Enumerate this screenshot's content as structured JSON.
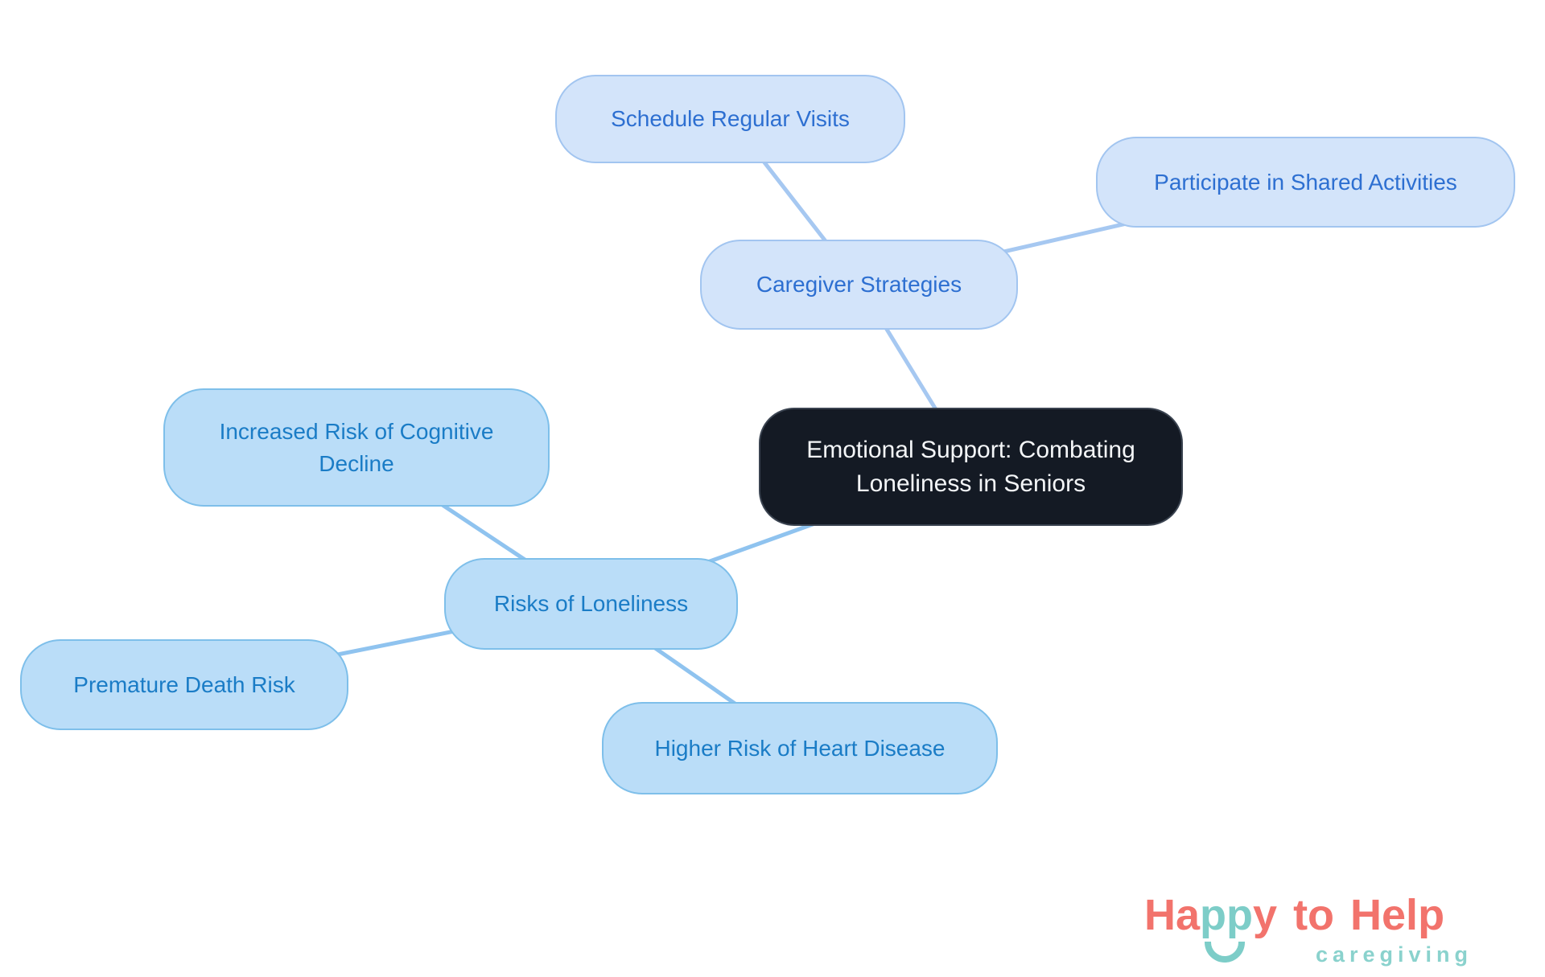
{
  "mindmap": {
    "root": {
      "label": "Emotional Support: Combating Loneliness in Seniors"
    },
    "nodes": {
      "caregiver": {
        "label": "Caregiver Strategies"
      },
      "visits": {
        "label": "Schedule Regular Visits"
      },
      "activities": {
        "label": "Participate in Shared Activities"
      },
      "risks": {
        "label": "Risks of Loneliness"
      },
      "cognitive": {
        "label": "Increased Risk of Cognitive Decline"
      },
      "death": {
        "label": "Premature Death Risk"
      },
      "heart": {
        "label": "Higher Risk of Heart Disease"
      }
    }
  },
  "logo": {
    "word_happy_ha": "Ha",
    "word_happy_pp": "pp",
    "word_happy_y": "y",
    "word_to": "to",
    "word_help": "Help",
    "tagline": "caregiving"
  },
  "colors": {
    "root_fill": "#141A24",
    "root_border": "#3A4350",
    "root_text": "#F4F6F8",
    "caregiver_fill": "#D3E4FA",
    "caregiver_border": "#A2C5F0",
    "caregiver_text": "#2D6FD1",
    "caregiver_edge": "#A6C8F1",
    "risks_fill": "#BADDF8",
    "risks_border": "#7EBFEA",
    "risks_text": "#1A7CC6",
    "risks_edge": "#8FC3EF",
    "logo_coral": "#F2736C",
    "logo_teal": "#7DCDC8",
    "logo_tagline_teal": "#8AD2CD"
  }
}
